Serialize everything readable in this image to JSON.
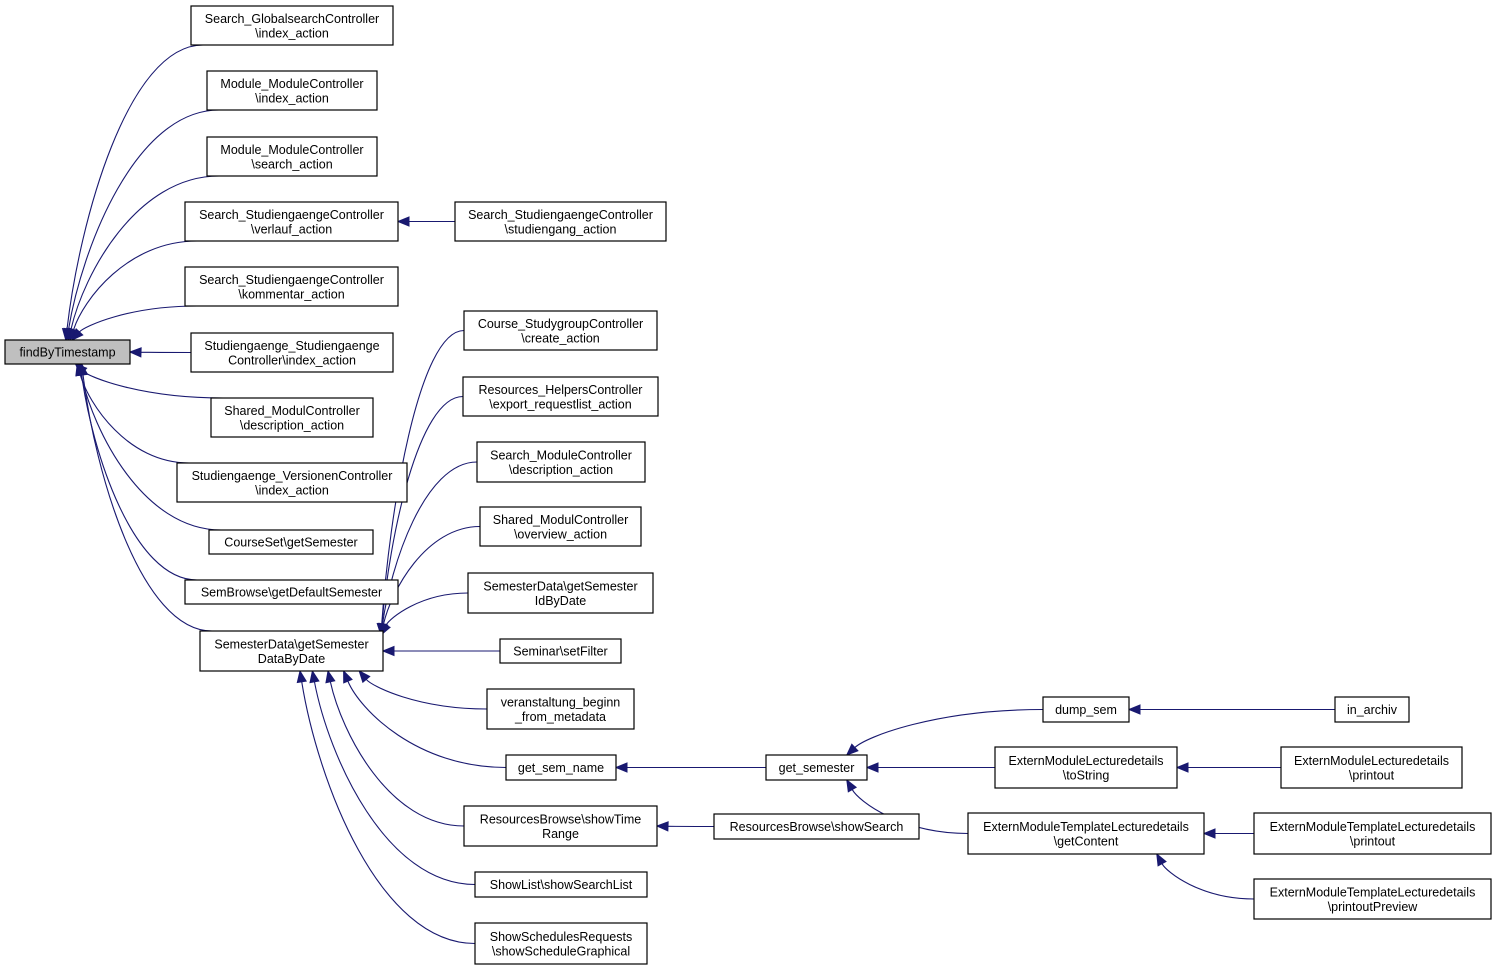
{
  "nodes": [
    {
      "id": "root",
      "lines": [
        "findByTimestamp"
      ],
      "highlight": true
    },
    {
      "id": "n1",
      "lines": [
        "Search_GlobalsearchController",
        "\\index_action"
      ]
    },
    {
      "id": "n2",
      "lines": [
        "Module_ModuleController",
        "\\index_action"
      ]
    },
    {
      "id": "n3",
      "lines": [
        "Module_ModuleController",
        "\\search_action"
      ]
    },
    {
      "id": "n4",
      "lines": [
        "Search_StudiengaengeController",
        "\\verlauf_action"
      ]
    },
    {
      "id": "n5",
      "lines": [
        "Search_StudiengaengeController",
        "\\kommentar_action"
      ]
    },
    {
      "id": "n6",
      "lines": [
        "Studiengaenge_Studiengaenge",
        "Controller\\index_action"
      ]
    },
    {
      "id": "n7",
      "lines": [
        "Shared_ModulController",
        "\\description_action"
      ]
    },
    {
      "id": "n8",
      "lines": [
        "Studiengaenge_VersionenController",
        "\\index_action"
      ]
    },
    {
      "id": "n9",
      "lines": [
        "CourseSet\\getSemester"
      ]
    },
    {
      "id": "n10",
      "lines": [
        "SemBrowse\\getDefaultSemester"
      ]
    },
    {
      "id": "n11",
      "lines": [
        "SemesterData\\getSemester",
        "DataByDate"
      ]
    },
    {
      "id": "n12",
      "lines": [
        "Search_StudiengaengeController",
        "\\studiengang_action"
      ]
    },
    {
      "id": "n13",
      "lines": [
        "Course_StudygroupController",
        "\\create_action"
      ]
    },
    {
      "id": "n14",
      "lines": [
        "Resources_HelpersController",
        "\\export_requestlist_action"
      ]
    },
    {
      "id": "n15",
      "lines": [
        "Search_ModuleController",
        "\\description_action"
      ]
    },
    {
      "id": "n16",
      "lines": [
        "Shared_ModulController",
        "\\overview_action"
      ]
    },
    {
      "id": "n17",
      "lines": [
        "SemesterData\\getSemester",
        "IdByDate"
      ]
    },
    {
      "id": "n18",
      "lines": [
        "Seminar\\setFilter"
      ]
    },
    {
      "id": "n19",
      "lines": [
        "veranstaltung_beginn",
        "_from_metadata"
      ]
    },
    {
      "id": "n20",
      "lines": [
        "get_sem_name"
      ]
    },
    {
      "id": "n21",
      "lines": [
        "ResourcesBrowse\\showTime",
        "Range"
      ]
    },
    {
      "id": "n22",
      "lines": [
        "ShowList\\showSearchList"
      ]
    },
    {
      "id": "n23",
      "lines": [
        "ShowSchedulesRequests",
        "\\showScheduleGraphical"
      ]
    },
    {
      "id": "n24",
      "lines": [
        "get_semester"
      ]
    },
    {
      "id": "n25",
      "lines": [
        "ResourcesBrowse\\showSearch"
      ]
    },
    {
      "id": "n26",
      "lines": [
        "dump_sem"
      ]
    },
    {
      "id": "n27",
      "lines": [
        "ExternModuleLecturedetails",
        "\\toString"
      ]
    },
    {
      "id": "n28",
      "lines": [
        "ExternModuleTemplateLecturedetails",
        "\\getContent"
      ]
    },
    {
      "id": "n29",
      "lines": [
        "in_archiv"
      ]
    },
    {
      "id": "n30",
      "lines": [
        "ExternModuleLecturedetails",
        "\\printout"
      ]
    },
    {
      "id": "n31",
      "lines": [
        "ExternModuleTemplateLecturedetails",
        "\\printout"
      ]
    },
    {
      "id": "n32",
      "lines": [
        "ExternModuleTemplateLecturedetails",
        "\\printoutPreview"
      ]
    }
  ],
  "edges": [
    {
      "from": "n1",
      "to": "root"
    },
    {
      "from": "n2",
      "to": "root"
    },
    {
      "from": "n3",
      "to": "root"
    },
    {
      "from": "n4",
      "to": "root"
    },
    {
      "from": "n5",
      "to": "root"
    },
    {
      "from": "n6",
      "to": "root"
    },
    {
      "from": "n7",
      "to": "root"
    },
    {
      "from": "n8",
      "to": "root"
    },
    {
      "from": "n9",
      "to": "root"
    },
    {
      "from": "n10",
      "to": "root"
    },
    {
      "from": "n11",
      "to": "root"
    },
    {
      "from": "n12",
      "to": "n4"
    },
    {
      "from": "n13",
      "to": "n11"
    },
    {
      "from": "n14",
      "to": "n11"
    },
    {
      "from": "n15",
      "to": "n11"
    },
    {
      "from": "n16",
      "to": "n11"
    },
    {
      "from": "n17",
      "to": "n11"
    },
    {
      "from": "n18",
      "to": "n11"
    },
    {
      "from": "n19",
      "to": "n11"
    },
    {
      "from": "n20",
      "to": "n11"
    },
    {
      "from": "n21",
      "to": "n11"
    },
    {
      "from": "n22",
      "to": "n11"
    },
    {
      "from": "n23",
      "to": "n11"
    },
    {
      "from": "n24",
      "to": "n20"
    },
    {
      "from": "n25",
      "to": "n21"
    },
    {
      "from": "n26",
      "to": "n24"
    },
    {
      "from": "n27",
      "to": "n24"
    },
    {
      "from": "n28",
      "to": "n24"
    },
    {
      "from": "n29",
      "to": "n26"
    },
    {
      "from": "n30",
      "to": "n27"
    },
    {
      "from": "n31",
      "to": "n28"
    },
    {
      "from": "n32",
      "to": "n28"
    }
  ]
}
